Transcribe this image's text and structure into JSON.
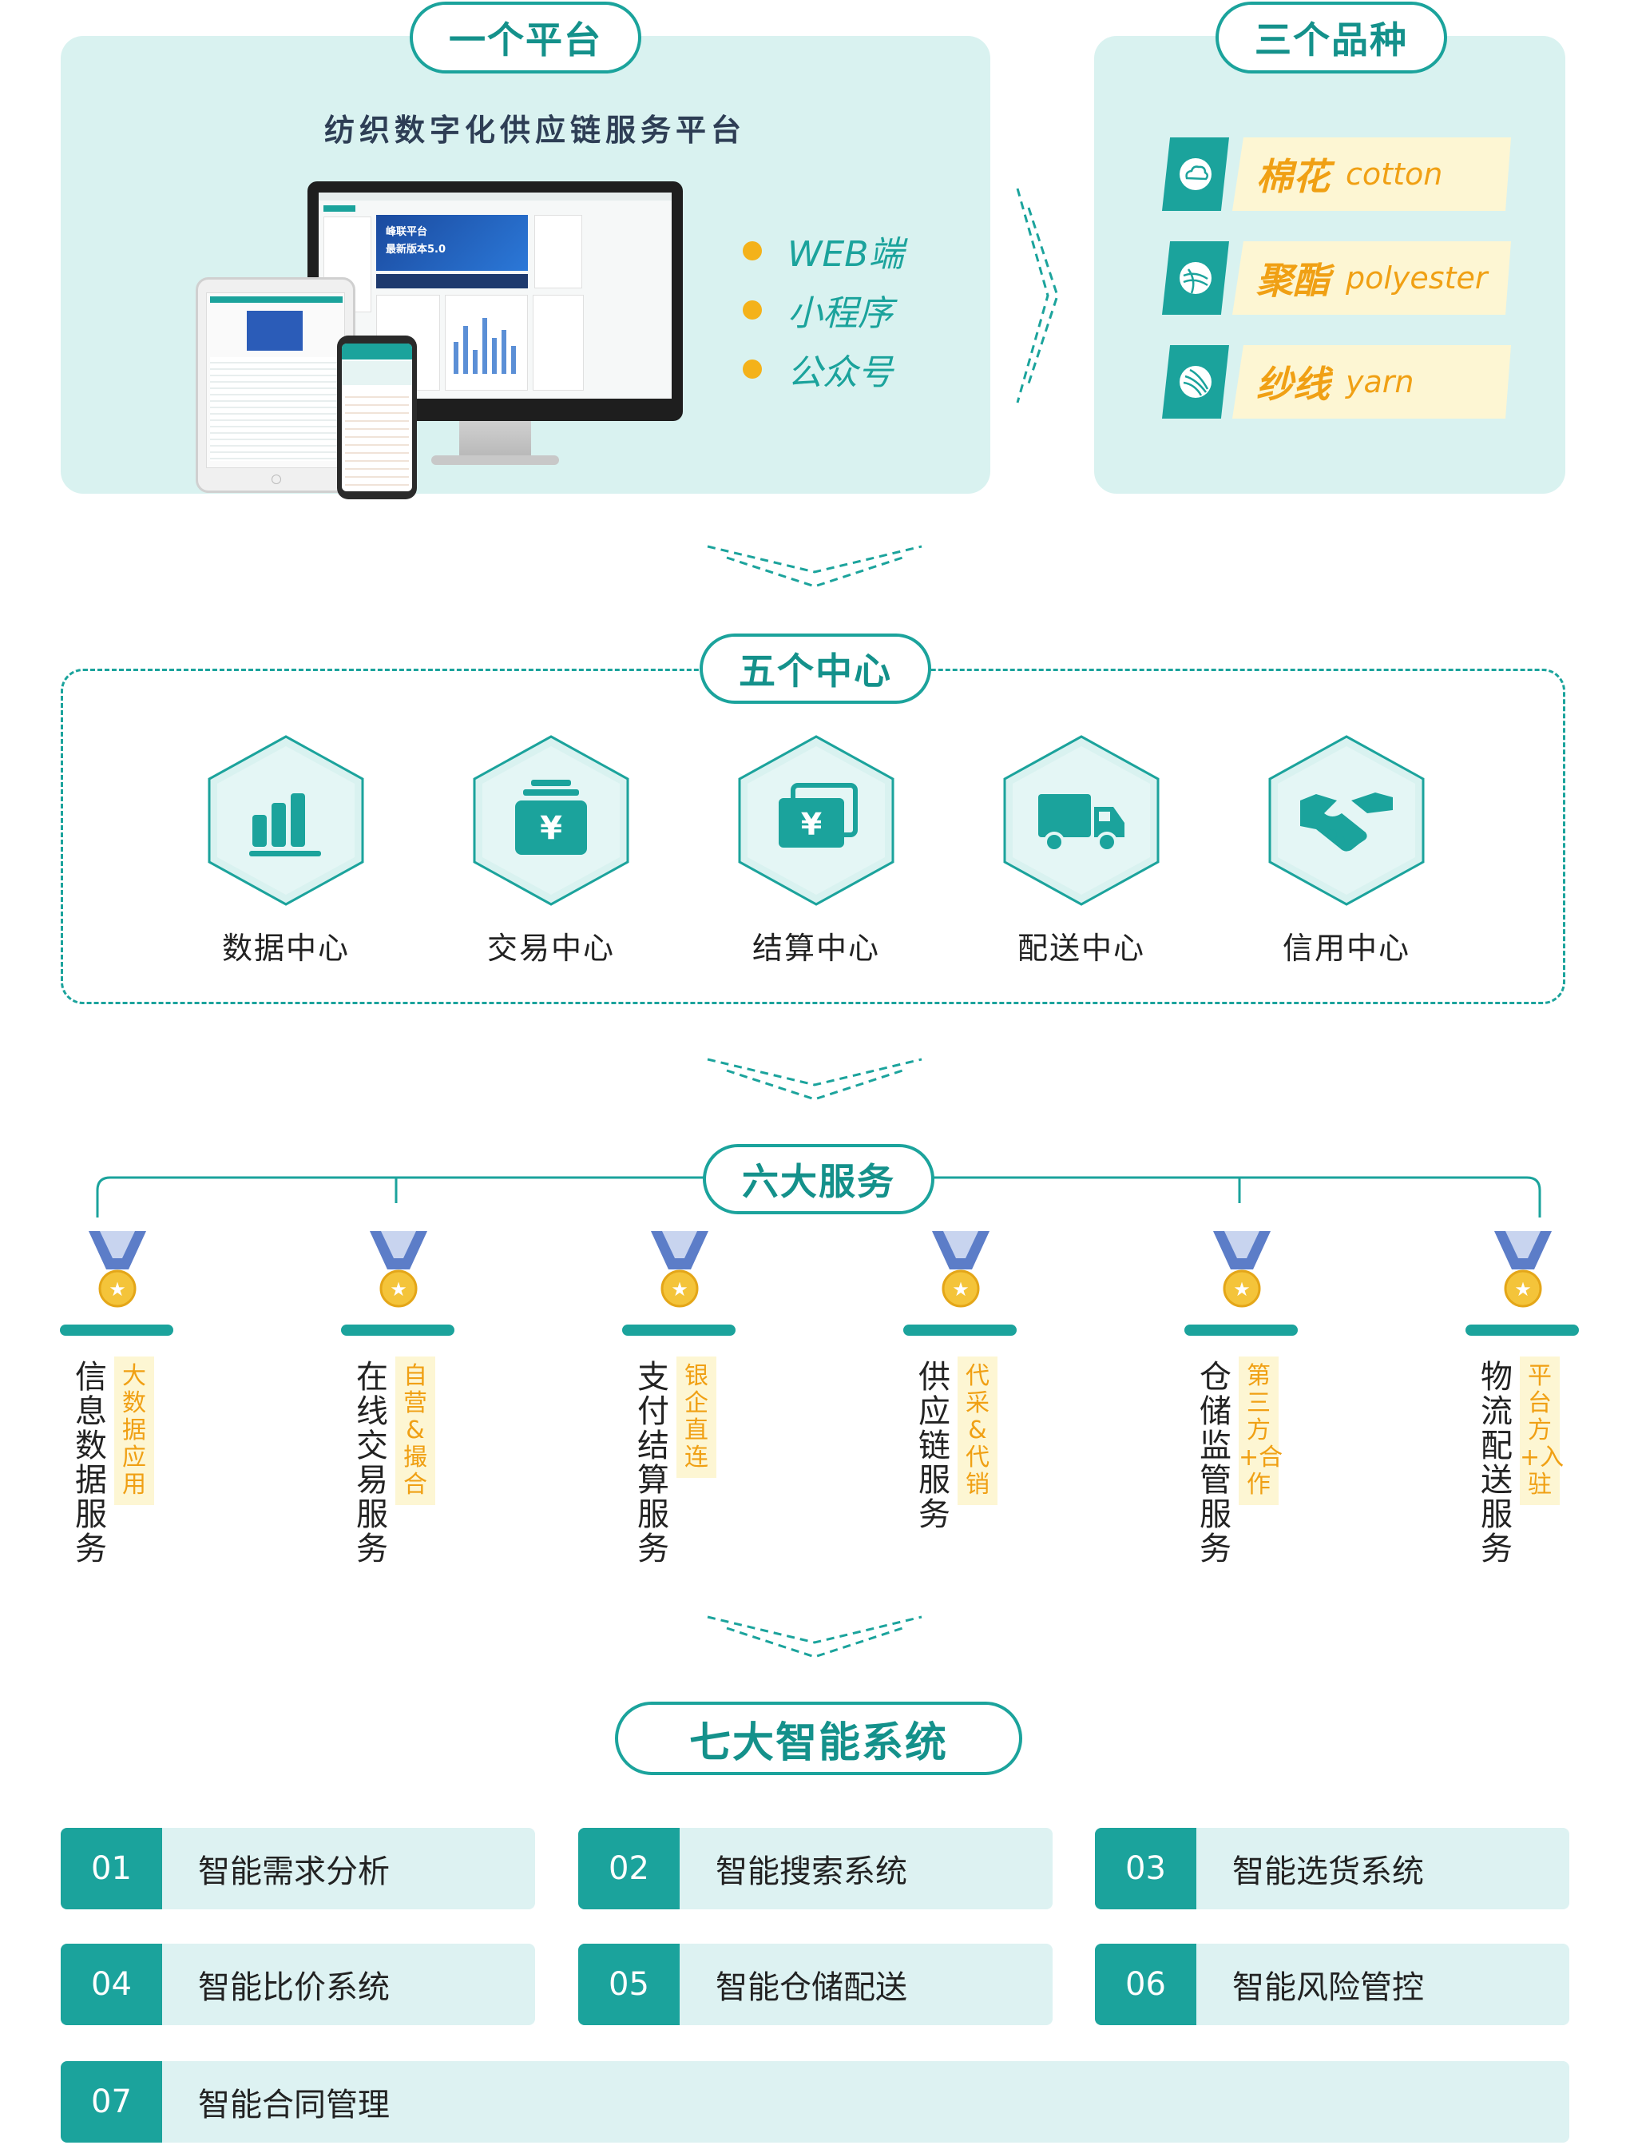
{
  "section1": {
    "platform_pill": "一个平台",
    "platform_subtitle": "纺织数字化供应链服务平台",
    "channels": [
      "WEB端",
      "小程序",
      "公众号"
    ],
    "variety_pill": "三个品种",
    "varieties": [
      {
        "cn": "棉花",
        "en": "cotton",
        "icon": "cotton-icon"
      },
      {
        "cn": "聚酯",
        "en": "polyester",
        "icon": "polyester-icon"
      },
      {
        "cn": "纱线",
        "en": "yarn",
        "icon": "yarn-icon"
      }
    ]
  },
  "section2": {
    "pill": "五个中心",
    "centers": [
      {
        "label": "数据中心",
        "icon": "bar-chart-icon"
      },
      {
        "label": "交易中心",
        "icon": "yuan-box-icon"
      },
      {
        "label": "结算中心",
        "icon": "yuan-card-icon"
      },
      {
        "label": "配送中心",
        "icon": "truck-icon"
      },
      {
        "label": "信用中心",
        "icon": "handshake-icon"
      }
    ]
  },
  "section3": {
    "pill": "六大服务",
    "services": [
      {
        "title": "信息数据服务",
        "tag": "大数据应用"
      },
      {
        "title": "在线交易服务",
        "tag": "自营&撮合"
      },
      {
        "title": "支付结算服务",
        "tag": "银企直连"
      },
      {
        "title": "供应链服务",
        "tag": "代采&代销"
      },
      {
        "title": "仓储监管服务",
        "tag": "第三方+合作"
      },
      {
        "title": "物流配送服务",
        "tag": "平台方+入驻"
      }
    ]
  },
  "section4": {
    "pill": "七大智能系统",
    "systems": [
      {
        "num": "01",
        "label": "智能需求分析"
      },
      {
        "num": "02",
        "label": "智能搜索系统"
      },
      {
        "num": "03",
        "label": "智能选货系统"
      },
      {
        "num": "04",
        "label": "智能比价系统"
      },
      {
        "num": "05",
        "label": "智能仓储配送"
      },
      {
        "num": "06",
        "label": "智能风险管控"
      },
      {
        "num": "07",
        "label": "智能合同管理"
      }
    ]
  },
  "mockup": {
    "banner_line1": "峰联平台",
    "banner_line2": "最新版本5.0"
  },
  "colors": {
    "teal": "#1ba39c",
    "panel": "#d9f2f0",
    "gold": "#f4b21a",
    "tag_bg": "#fdf6d3"
  }
}
